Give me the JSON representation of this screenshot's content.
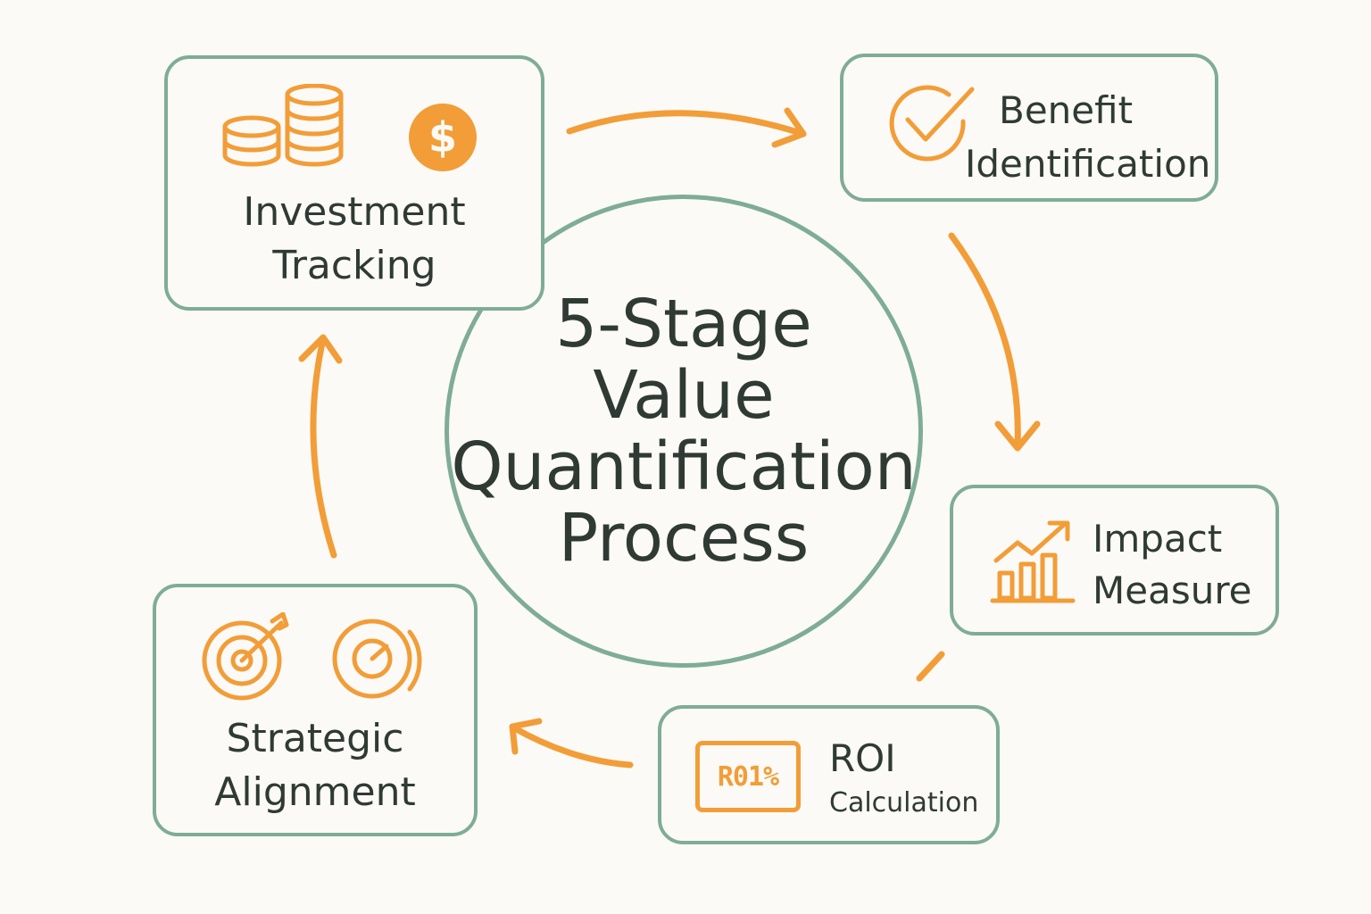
{
  "center": {
    "line1": "5-Stage",
    "line2": "Value",
    "line3": "Quantification",
    "line4": "Process"
  },
  "stages": {
    "investment": {
      "line1": "Investment",
      "line2": "Tracking",
      "icons": [
        "coins-icon",
        "dollar-coin-icon"
      ]
    },
    "benefit": {
      "line1": "Benefit",
      "line2": "Identification",
      "icons": [
        "check-circle-icon"
      ]
    },
    "impact": {
      "line1": "Impact",
      "line2": "Measure",
      "icons": [
        "bar-chart-trend-icon"
      ]
    },
    "roi": {
      "line1": "ROI",
      "line2": "Calculation",
      "badge": "R01%",
      "icons": [
        "roi-badge-icon"
      ]
    },
    "strategic": {
      "line1": "Strategic",
      "line2": "Alignment",
      "icons": [
        "target-arrow-icon",
        "target-icon"
      ]
    }
  },
  "colors": {
    "accent": "#f29d38",
    "border": "#7fac97",
    "text": "#2f3a35",
    "background": "#fbfaf6"
  }
}
